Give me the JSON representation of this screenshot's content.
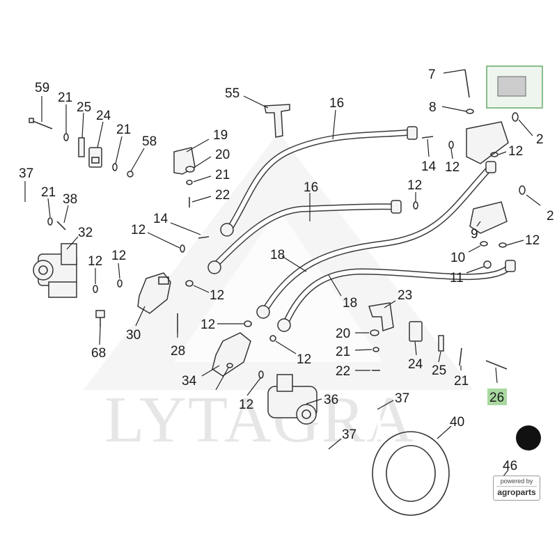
{
  "watermark": "LYTAGRA",
  "badge": {
    "powered_by": "powered by",
    "brand": "agroparts"
  },
  "highlight_color": "#a9d8a0",
  "labels": {
    "l59": "59",
    "l21a": "21",
    "l25a": "25",
    "l24a": "24",
    "l21b": "21",
    "l58": "58",
    "l37a": "37",
    "l21c": "21",
    "l38": "38",
    "l32": "32",
    "l12a": "12",
    "l12b": "12",
    "l68": "68",
    "l55": "55",
    "l19": "19",
    "l20a": "20",
    "l21d": "21",
    "l22a": "22",
    "l14a": "14",
    "l12c": "12",
    "l30": "30",
    "l12d": "12",
    "l28": "28",
    "l12e": "12",
    "l34": "34",
    "l12f": "12",
    "l12g": "12",
    "l16a": "16",
    "l16b": "16",
    "l18a": "18",
    "l18b": "18",
    "l36": "36",
    "l37b": "37",
    "l37c": "37",
    "l40": "40",
    "l46": "46",
    "l23": "23",
    "l20b": "20",
    "l21e": "21",
    "l22b": "22",
    "l24b": "24",
    "l25b": "25",
    "l21f": "21",
    "l26": "26",
    "l12h": "12",
    "l7": "7",
    "l8": "8",
    "l14b": "14",
    "l12i": "12",
    "l12j": "12",
    "l2a": "2",
    "l2b": "2",
    "l9": "9",
    "l10": "10",
    "l12k": "12",
    "l11": "11"
  }
}
